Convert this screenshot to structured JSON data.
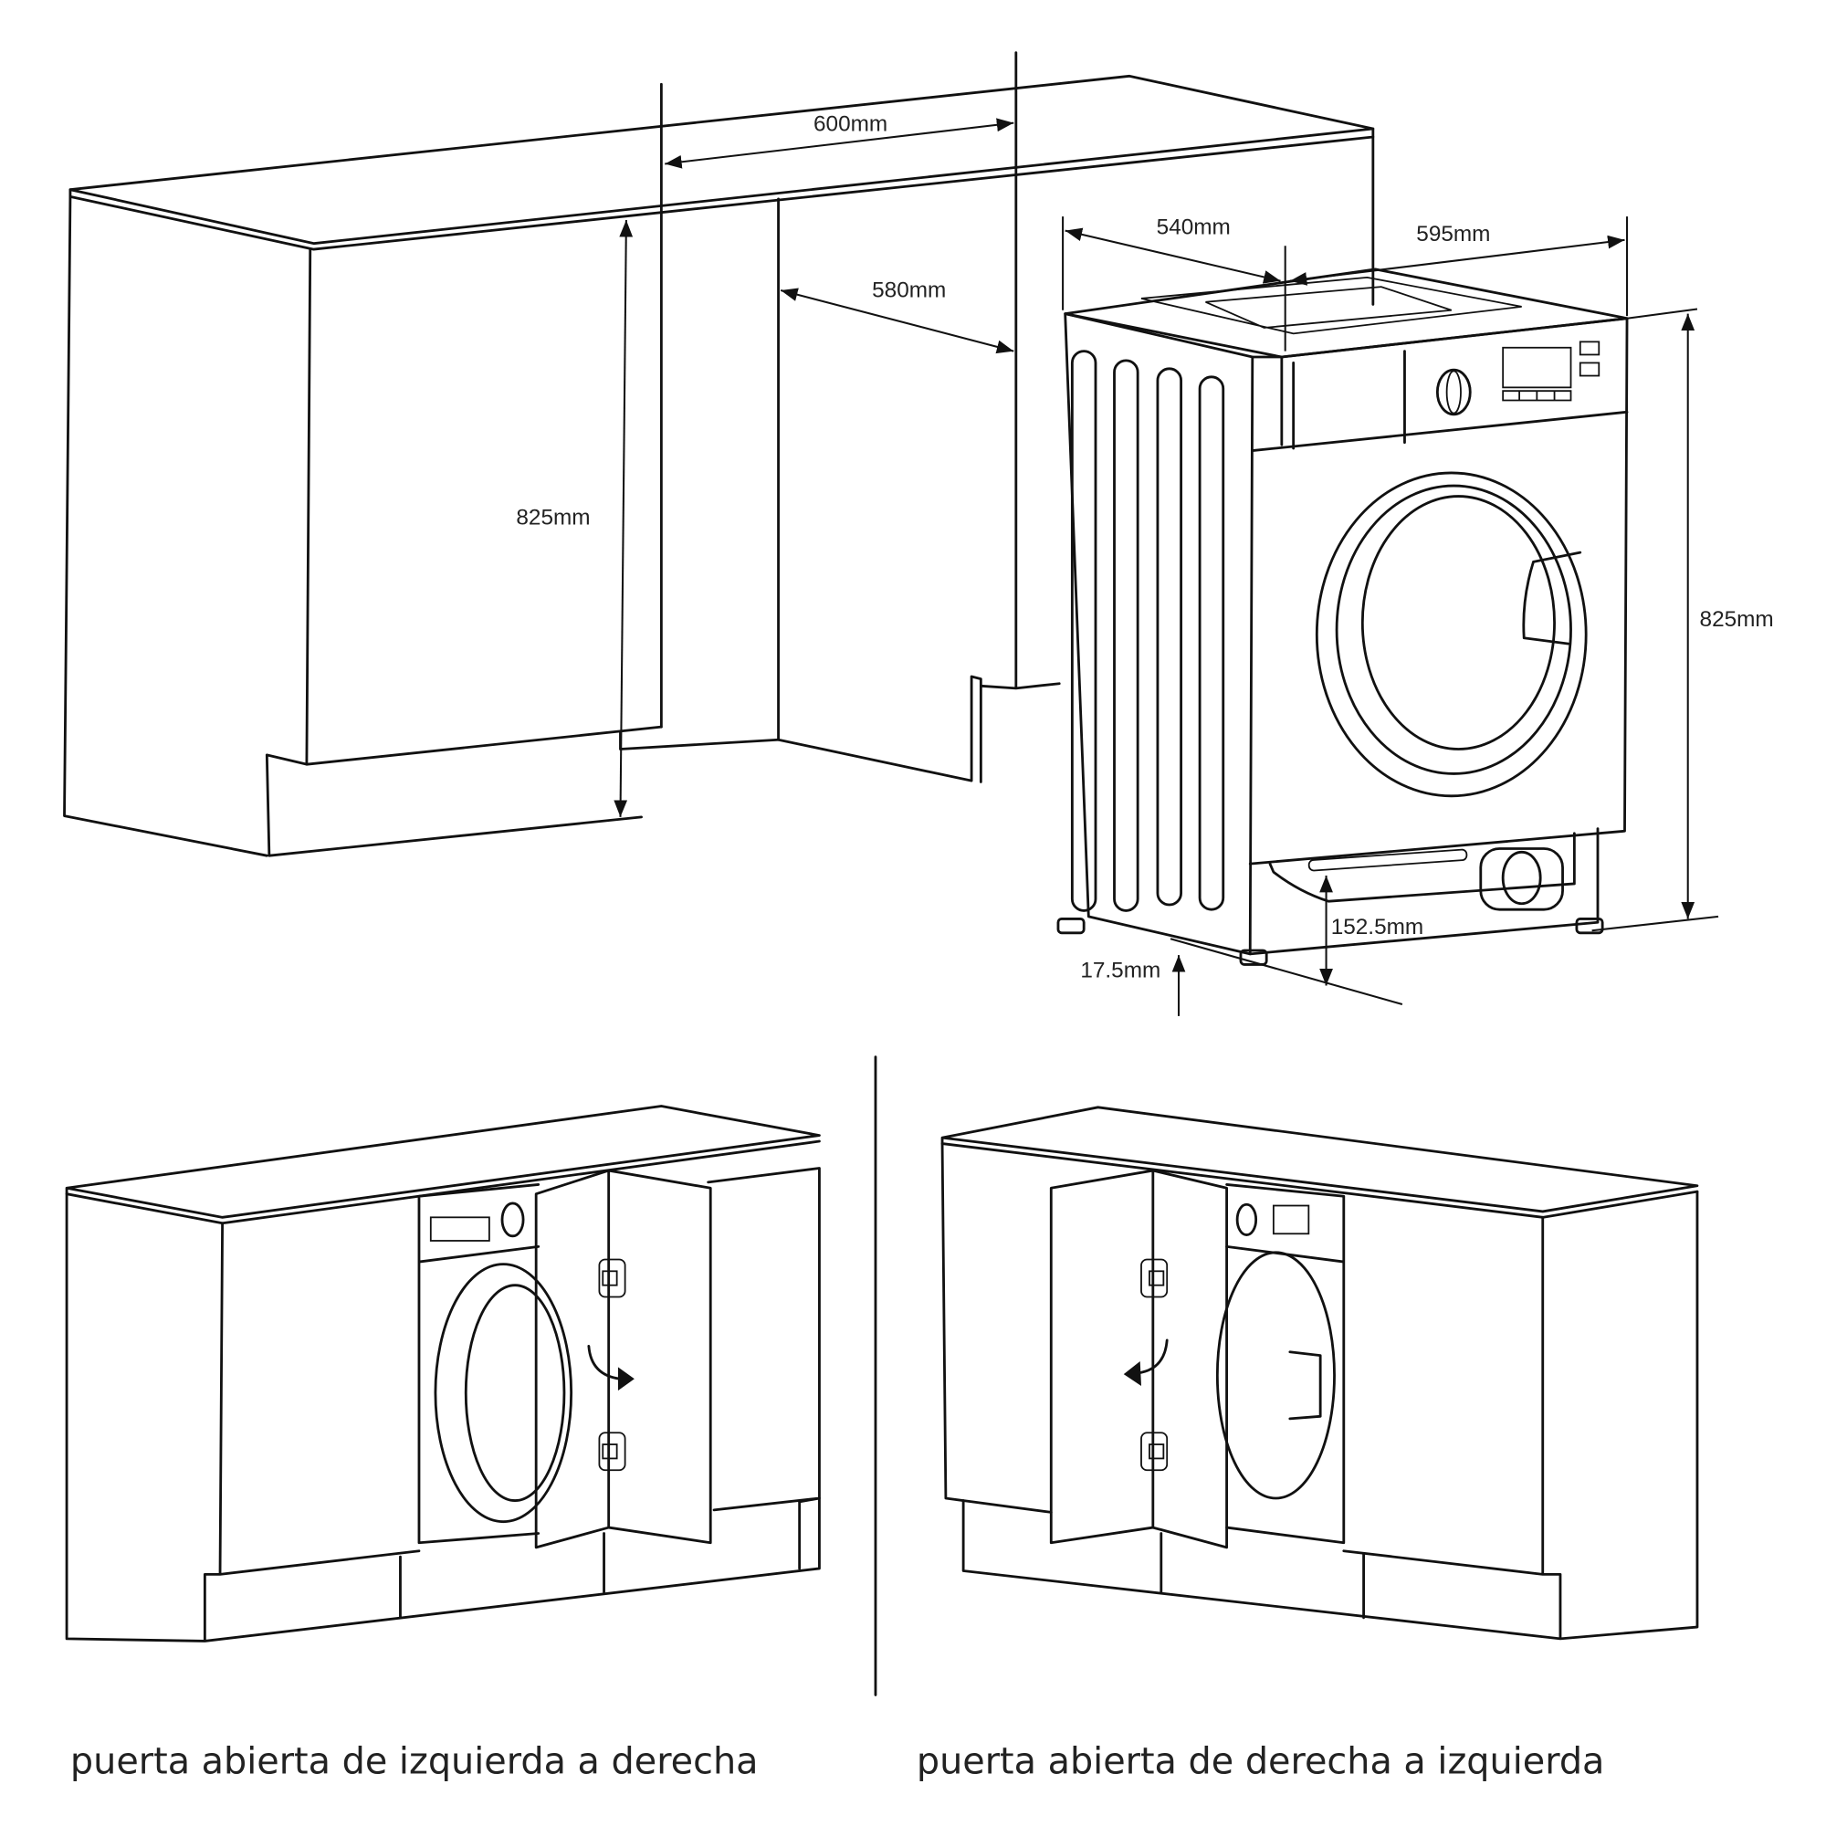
{
  "dimensions": {
    "cabinet_width": "600mm",
    "cabinet_depth": "580mm",
    "cabinet_height": "825mm",
    "machine_depth": "540mm",
    "machine_width": "595mm",
    "machine_height": "825mm",
    "plinth_clearance": "152.5mm",
    "foot_height": "17.5mm"
  },
  "captions": {
    "left": "puerta abierta de izquierda a derecha",
    "right": "puerta abierta de derecha a izquierda"
  },
  "colors": {
    "line": "#111111",
    "background": "#ffffff"
  }
}
